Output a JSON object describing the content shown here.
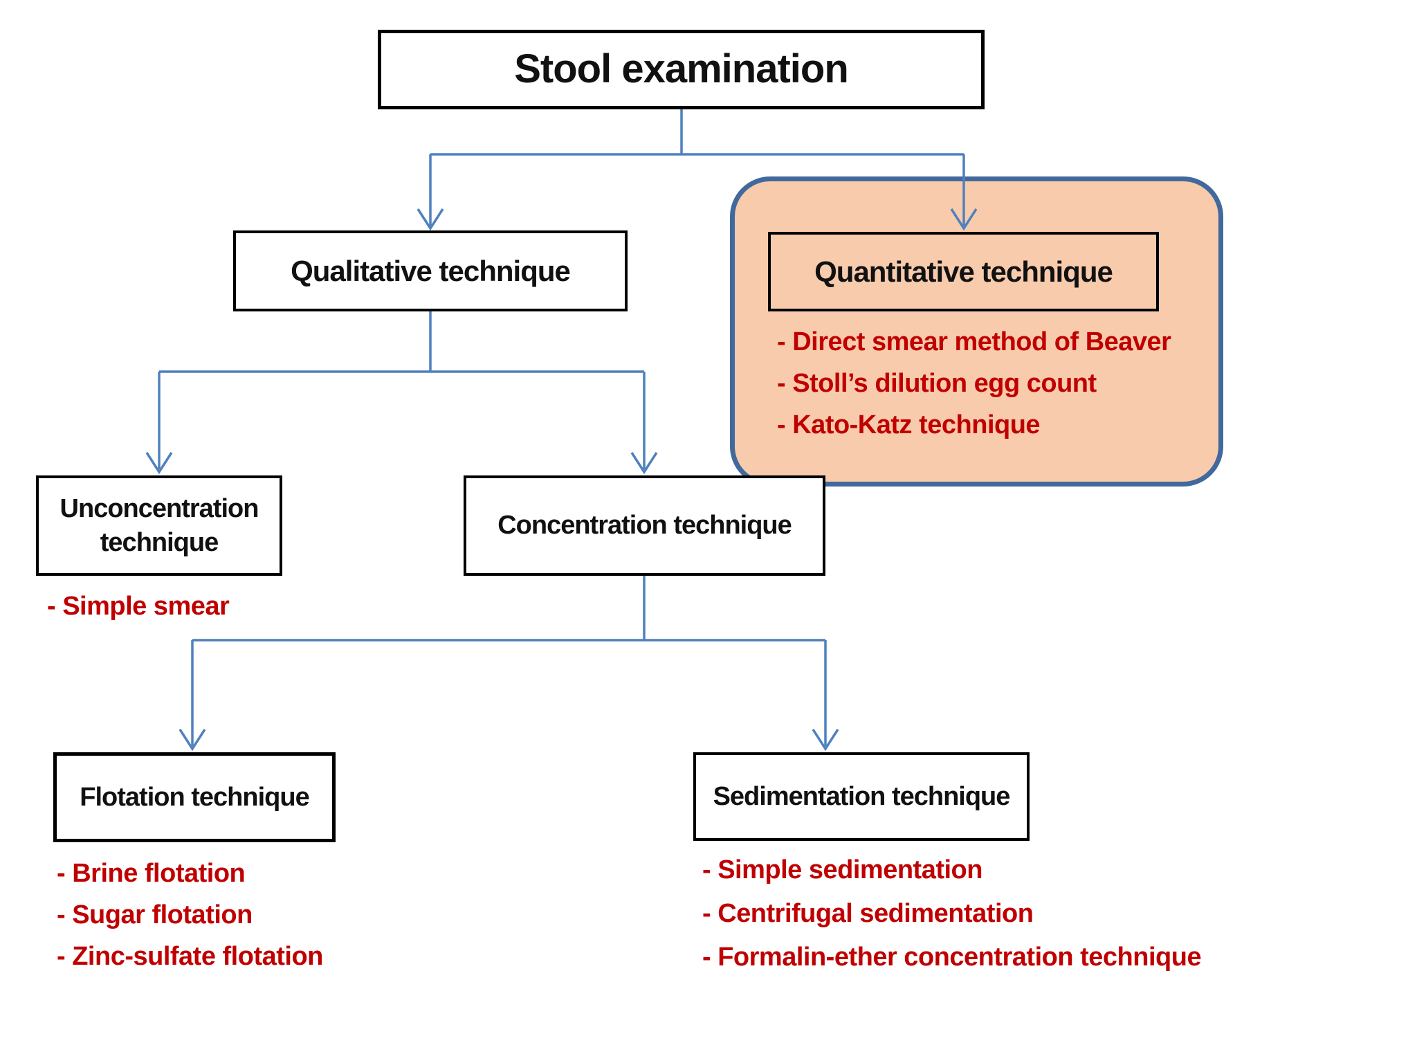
{
  "colors": {
    "line": "#4F81BD",
    "accent-red": "#C00000",
    "panel-fill": "#F8CBAD",
    "panel-border": "#41699C",
    "box-border": "#000000",
    "ink": "#111111"
  },
  "nodes": {
    "stool": {
      "label": "Stool examination"
    },
    "qualitative": {
      "label": "Qualitative technique"
    },
    "quantitative": {
      "label": "Quantitative technique",
      "items": [
        "- Direct smear method of Beaver",
        "- Stoll’s dilution egg count",
        "- Kato-Katz technique"
      ]
    },
    "unconcentration": {
      "label": "Unconcentration technique",
      "items": [
        "- Simple smear"
      ]
    },
    "concentration": {
      "label": "Concentration technique"
    },
    "flotation": {
      "label": "Flotation technique",
      "items": [
        "- Brine flotation",
        "- Sugar flotation",
        "- Zinc-sulfate flotation"
      ]
    },
    "sedimentation": {
      "label": "Sedimentation technique",
      "items": [
        "- Simple sedimentation",
        "- Centrifugal sedimentation",
        "- Formalin-ether concentration technique"
      ]
    }
  }
}
